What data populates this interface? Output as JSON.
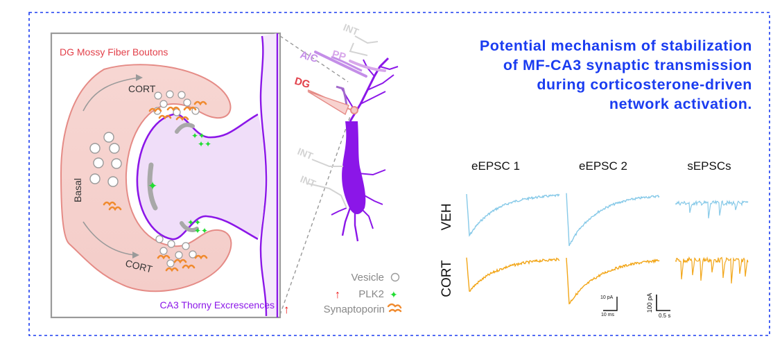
{
  "title_lines": [
    "Potential mechanism of stabilization",
    "of MF-CA3 synaptic transmission",
    "during corticosterone-driven",
    "network activation."
  ],
  "schematic": {
    "top_label": "DG Mossy Fiber Boutons",
    "bottom_label": "CA3 Thorny Excrescences",
    "basal": "Basal",
    "cort_top": "CORT",
    "cort_bottom": "CORT"
  },
  "neuron_inputs": {
    "ac": "A/C",
    "pp": "PP",
    "dg": "DG",
    "int_top": "INT",
    "int_mid": "INT",
    "int_bottom": "INT"
  },
  "legend": {
    "vesicle": "Vesicle",
    "plk2": "PLK2",
    "synaptoporin": "Synaptoporin"
  },
  "traces": {
    "columns": [
      "eEPSC 1",
      "eEPSC 2",
      "sEPSCs"
    ],
    "rows": [
      "VEH",
      "CORT"
    ],
    "scale1_y": "10 pA",
    "scale1_x": "10 ms",
    "scale2_y": "100 pA",
    "scale2_x": "0.5 s"
  },
  "colors": {
    "title": "#1a3cf0",
    "border": "#1a3cf0",
    "veh": "#86c9e8",
    "cort": "#f2a516",
    "purple": "#8b16e8",
    "mf_pink": "#f2c9c6",
    "mf_edge": "#e58b86",
    "plk2": "#22dd33",
    "arrow_red": "#ee1111",
    "label_red": "#e2404a"
  }
}
